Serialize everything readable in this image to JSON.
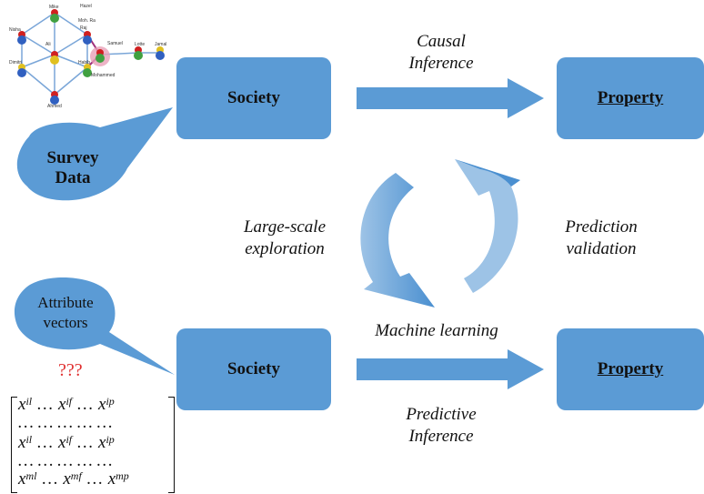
{
  "boxes": {
    "top_left": "Society",
    "top_right": "Property",
    "bottom_left": "Society",
    "bottom_right": "Property"
  },
  "labels": {
    "causal_line1": "Causal",
    "causal_line2": "Inference",
    "predictive_line1": "Predictive",
    "predictive_line2": "Inference",
    "large_scale_line1": "Large-scale",
    "large_scale_line2": "exploration",
    "prediction_line1": "Prediction",
    "prediction_line2": "validation",
    "machine_learning": "Machine learning"
  },
  "bubbles": {
    "survey_line1": "Survey",
    "survey_line2": "Data",
    "attribute_line1": "Attribute",
    "attribute_line2": "vectors",
    "question_marks": "???"
  },
  "matrix": {
    "row1": [
      "x",
      "il",
      "…",
      "x",
      "if",
      "…",
      "x",
      "ip"
    ],
    "row2": "…  …  …  …  …",
    "row3": [
      "x",
      "il",
      "…",
      "x",
      "if",
      "…",
      "x",
      "ip"
    ],
    "row4": "…  …  …  …  …",
    "row5": [
      "x",
      "ml",
      "…",
      "x",
      "mf",
      "…",
      "x",
      "mp"
    ]
  },
  "colors": {
    "box_fill": "#5b9bd5",
    "arrow_fill": "#5b9bd5",
    "cycle_light": "#9dc3e6",
    "bubble_fill": "#5b9bd5",
    "question_marks": "#e03030"
  },
  "network_nodes": [
    {
      "label": "Nisha"
    },
    {
      "label": "Mike"
    },
    {
      "label": "Hazel"
    },
    {
      "label": "Ali"
    },
    {
      "label": "Raj"
    },
    {
      "label": "Moh. Ra"
    },
    {
      "label": "Dimitri"
    },
    {
      "label": "Samuel"
    },
    {
      "label": "Lotte"
    },
    {
      "label": "Mohammed"
    },
    {
      "label": "Jamal"
    },
    {
      "label": "Habib"
    },
    {
      "label": "Ahmed"
    }
  ]
}
